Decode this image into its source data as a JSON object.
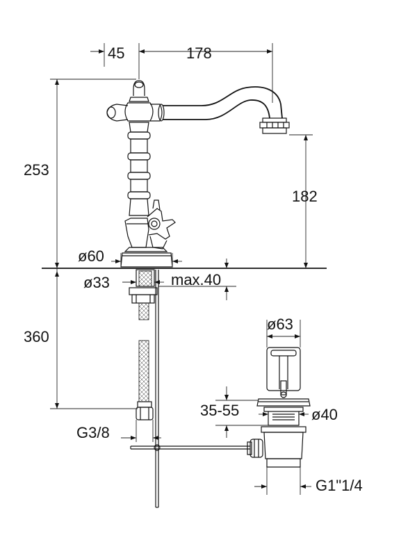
{
  "labels": {
    "spacing": "45",
    "reach": "178",
    "total_height": "253",
    "spout_height": "182",
    "base_diameter": "ø60",
    "shank_diameter": "ø33",
    "max_thickness": "max.40",
    "hose_length": "360",
    "inlet_thread": "G3/8",
    "waste_diameter": "ø63",
    "waste_range": "35-55",
    "waste_hole": "ø40",
    "waste_thread": "G1\"1/4"
  }
}
